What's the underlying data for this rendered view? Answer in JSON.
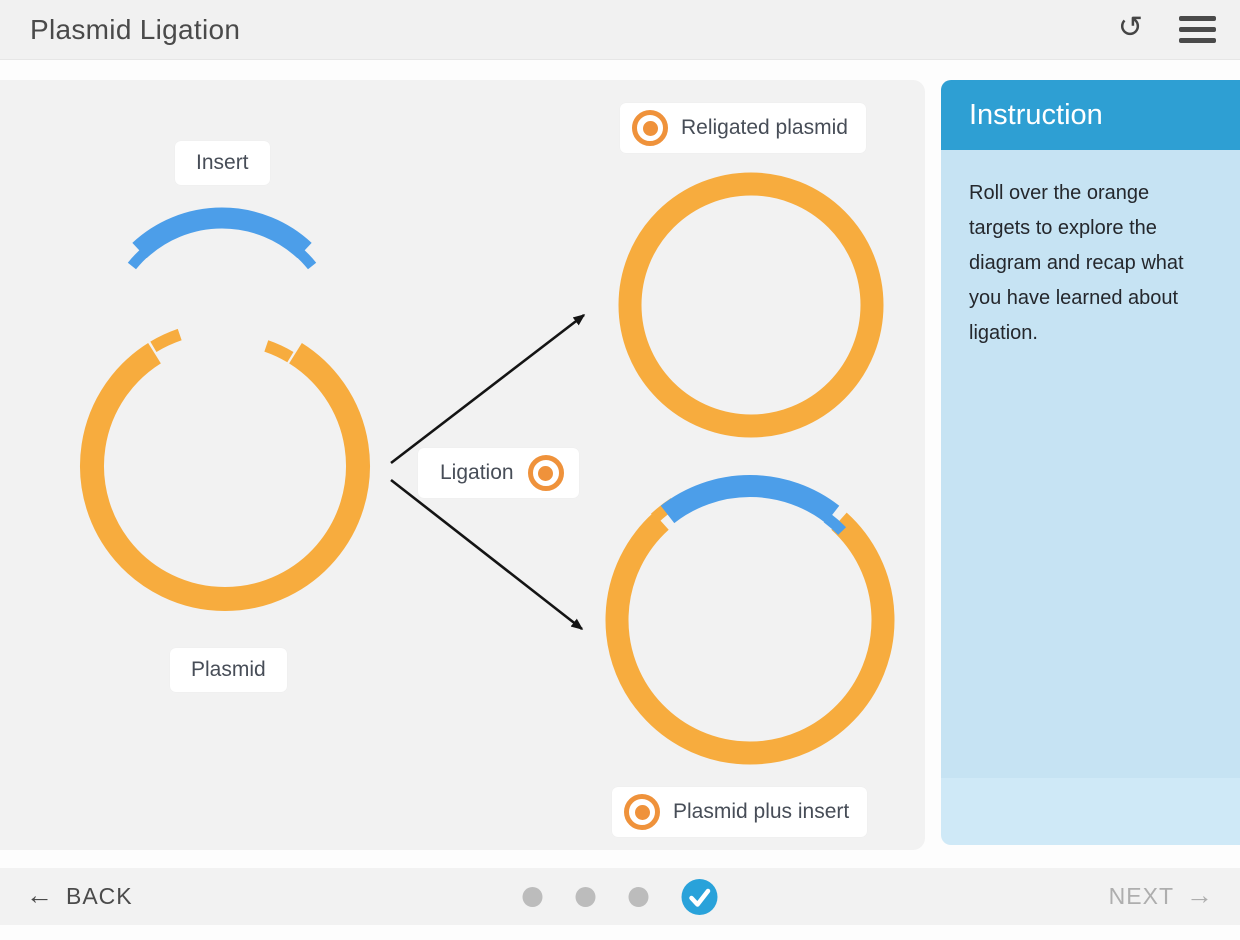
{
  "header": {
    "title": "Plasmid Ligation",
    "icons": {
      "reset": "reset-icon",
      "menu": "hamburger-menu-icon"
    }
  },
  "diagram": {
    "insert_label": "Insert",
    "plasmid_label": "Plasmid",
    "ligation_label": "Ligation",
    "religated_label": "Religated plasmid",
    "plasmid_plus_insert_label": "Plasmid plus insert",
    "colors": {
      "plasmid_orange": "#f7ac3e",
      "insert_blue": "#4c9ee9",
      "target_orange": "#ef923b",
      "arrow_black": "#141414"
    }
  },
  "sidebar": {
    "title": "Instruction",
    "body": "Roll over the orange targets to explore the diagram and recap what you have learned about ligation.",
    "colors": {
      "header_bg": "#2e9fd3",
      "body_bg": "#c6e3f3"
    }
  },
  "footer": {
    "back_label": "BACK",
    "next_label": "NEXT",
    "next_enabled": false,
    "progress": {
      "dots": [
        "incomplete",
        "incomplete",
        "incomplete",
        "complete"
      ]
    },
    "check_color": "#29a2da",
    "dot_color": "#bcbcbc"
  },
  "glyphs": {
    "back_arrow": "←",
    "next_arrow": "→",
    "reset": "↺"
  }
}
